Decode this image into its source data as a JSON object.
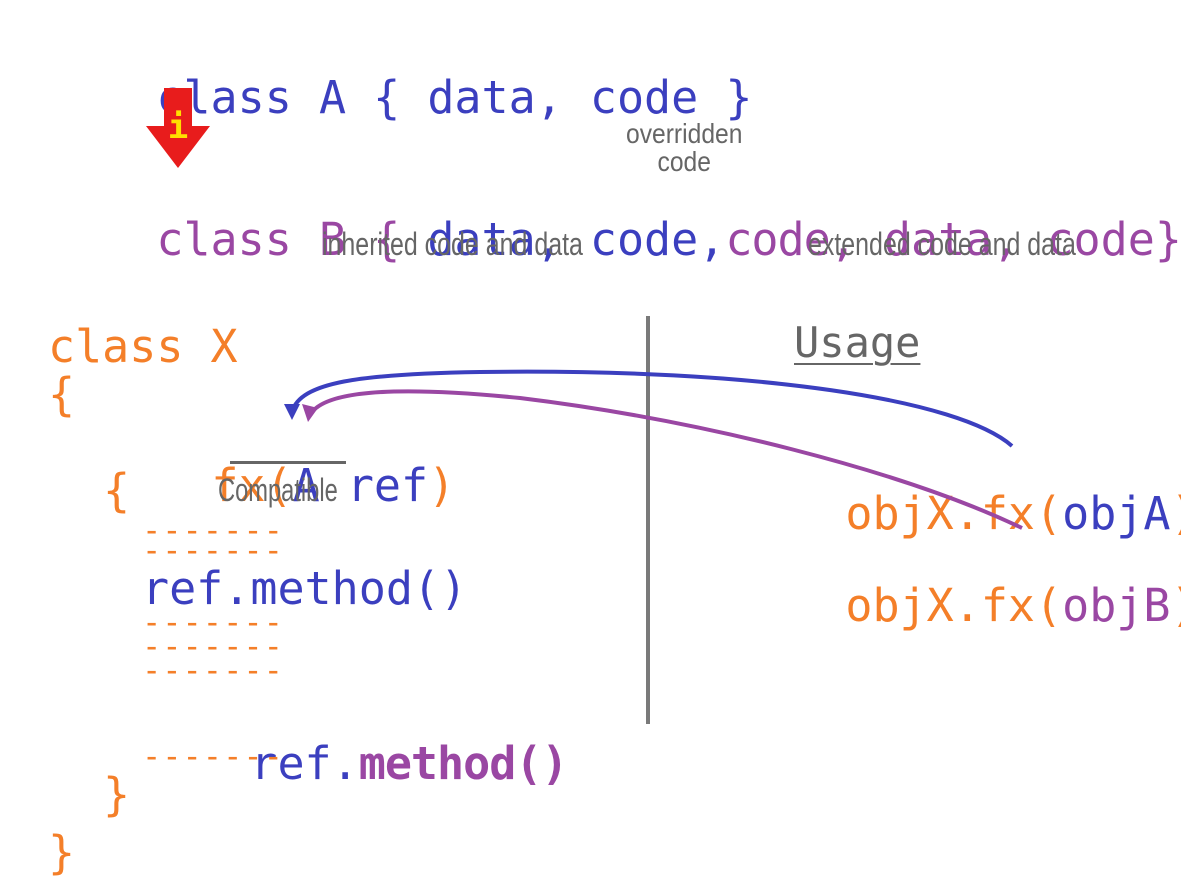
{
  "classA": {
    "kw": "class",
    "name": "A",
    "open": "{",
    "body": "data, code",
    "close": "}"
  },
  "arrow": {
    "label": "i",
    "color": "#e81c1c",
    "label_color": "#ffe000"
  },
  "classB": {
    "kw": "class",
    "name": "B",
    "open": "{",
    "inherited": "data, code,",
    "overridden": "code",
    "after_overridden": ",",
    "extended": "data, code",
    "close": "}"
  },
  "notes": {
    "overridden": "overridden\ncode",
    "inherited": "inherited code and data",
    "extended": "extended code and data",
    "compatible": "Compatible"
  },
  "classX": {
    "header": "class X",
    "open_brace": "{",
    "fx_name": "fx(",
    "param_type": "A",
    "param_name": "ref",
    "fx_close": ")",
    "inner_open": "{",
    "dashes": "-------",
    "call1": "ref.method()",
    "call2_prefix": "ref.",
    "call2_method": "method()",
    "inner_close": "}",
    "close_brace": "}"
  },
  "usage": {
    "title": "Usage",
    "callA_prefix": "objX.fx(",
    "callA_arg": "objA",
    "callA_suffix": ")",
    "callB_prefix": "objX.fx(",
    "callB_arg": "objB",
    "callB_suffix": ")"
  },
  "colors": {
    "blue": "#3b3fbf",
    "purple": "#9a47a3",
    "orange": "#f47f29",
    "gray": "#7a7a7a"
  }
}
